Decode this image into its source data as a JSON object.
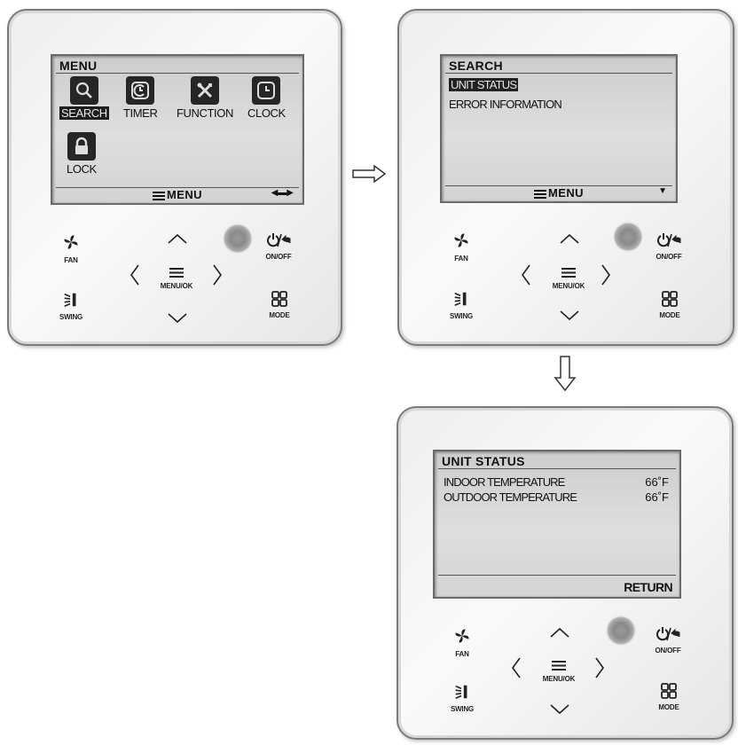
{
  "panel1": {
    "screen": {
      "title": "MENU",
      "items": [
        {
          "label": "SEARCH",
          "icon": "magnifier-icon",
          "selected": true
        },
        {
          "label": "TIMER",
          "icon": "timer-icon",
          "selected": false
        },
        {
          "label": "FUNCTION",
          "icon": "tools-icon",
          "selected": false
        },
        {
          "label": "CLOCK",
          "icon": "clock-icon",
          "selected": false
        },
        {
          "label": "LOCK",
          "icon": "lock-icon",
          "selected": false
        }
      ],
      "footer": {
        "menu_label": "MENU",
        "nav_icon": "left-right-arrows-icon"
      }
    }
  },
  "panel2": {
    "screen": {
      "title": "SEARCH",
      "items": [
        {
          "label": "UNIT STATUS",
          "selected": true
        },
        {
          "label": "ERROR INFORMATION",
          "selected": false
        }
      ],
      "footer": {
        "menu_label": "MENU",
        "nav_icon": "down-arrow-icon"
      }
    }
  },
  "panel3": {
    "screen": {
      "title": "UNIT STATUS",
      "rows": [
        {
          "label": "INDOOR TEMPERATURE",
          "value": "66˚F"
        },
        {
          "label": "OUTDOOR TEMPERATURE",
          "value": "66˚F"
        }
      ],
      "footer": {
        "return_label": "RETURN"
      }
    }
  },
  "buttons": {
    "fan": "FAN",
    "swing": "SWING",
    "menu_ok": "MENU/OK",
    "on_off": "ON/OFF",
    "mode": "MODE"
  },
  "colors": {
    "screen_bg": "#d6d6d6",
    "panel_border": "#7a7a7a",
    "selected_bg": "#222222"
  }
}
